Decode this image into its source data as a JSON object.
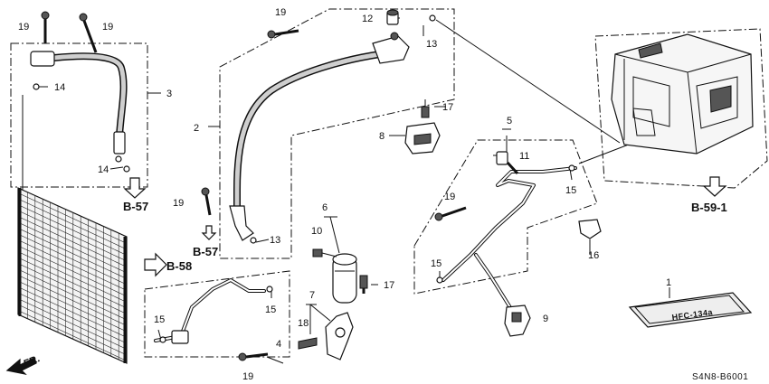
{
  "callouts": {
    "c1": "1",
    "c2": "2",
    "c3": "3",
    "c4": "4",
    "c5": "5",
    "c6": "6",
    "c7": "7",
    "c8": "8",
    "c9": "9",
    "c10": "10",
    "c11": "11",
    "c12": "12",
    "c13a": "13",
    "c13b": "13",
    "c14a": "14",
    "c14b": "14",
    "c15a": "15",
    "c15b": "15",
    "c15c": "15",
    "c15d": "15",
    "c16": "16",
    "c17a": "17",
    "c17b": "17",
    "c18": "18",
    "c19a": "19",
    "c19b": "19",
    "c19c": "19",
    "c19d": "19",
    "c19e": "19",
    "c19f": "19"
  },
  "references": {
    "b57_top": "B-57",
    "b57_mid": "B-57",
    "b58": "B-58",
    "b591": "B-59-1"
  },
  "direction": {
    "front": "FR."
  },
  "label_plate": {
    "text": "HFC-134a"
  },
  "diagram_code": "S4N8-B6001"
}
